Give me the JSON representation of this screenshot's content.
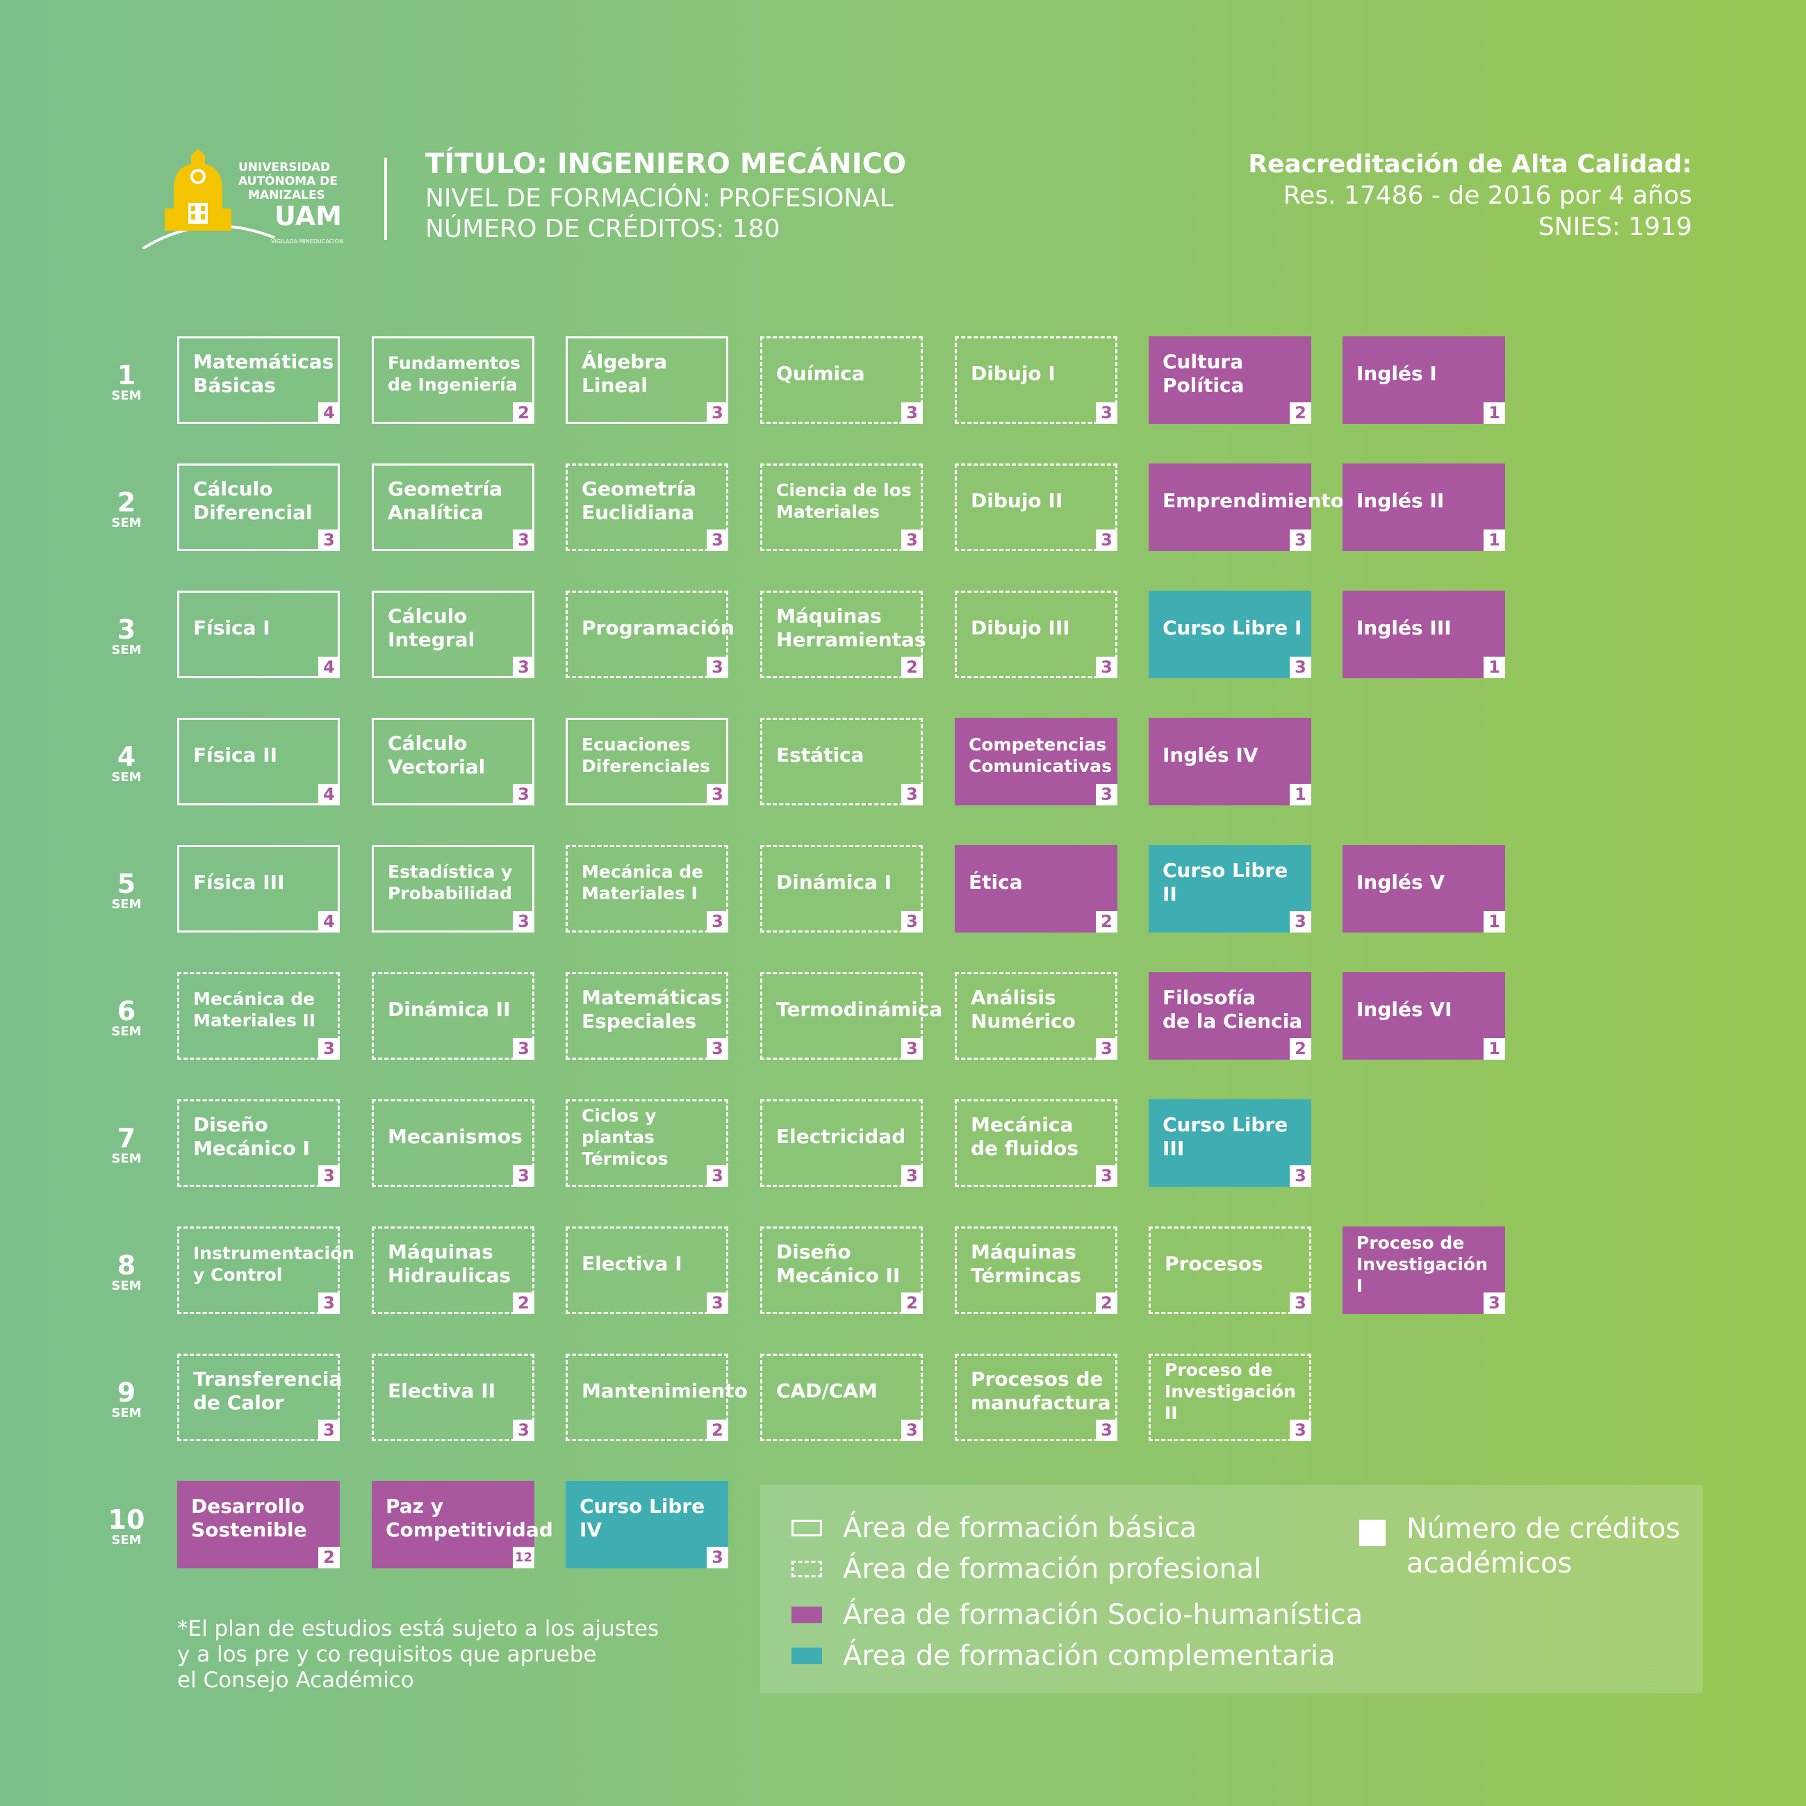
{
  "logo": {
    "line1": "UNIVERSIDAD",
    "line2": "AUTÓNOMA DE",
    "line3": "MANIZALES",
    "brand": "UAM",
    "tagline": "VIGILADA MINEDUCACIÓN"
  },
  "header": {
    "title": "TÍTULO: INGENIERO MECÁNICO",
    "level": "NIVEL DE FORMACIÓN: PROFESIONAL",
    "credits": "NÚMERO DE CRÉDITOS: 180"
  },
  "accreditation": {
    "line1": "Reacreditación de Alta Calidad:",
    "line2": "Res. 17486 - de 2016 por 4 años",
    "line3": "SNIES: 1919"
  },
  "sem_suffix": "SEM",
  "semesters": [
    {
      "number": "1",
      "courses": [
        {
          "name": "Matemáticas\nBásicas",
          "credits": "4",
          "area": "basica"
        },
        {
          "name": "Fundamentos\nde Ingeniería",
          "credits": "2",
          "area": "basica"
        },
        {
          "name": "Álgebra Lineal",
          "credits": "3",
          "area": "basica"
        },
        {
          "name": "Química",
          "credits": "3",
          "area": "profesional"
        },
        {
          "name": "Dibujo I",
          "credits": "3",
          "area": "profesional"
        },
        {
          "name": "Cultura\nPolítica",
          "credits": "2",
          "area": "socio"
        },
        {
          "name": "Inglés I",
          "credits": "1",
          "area": "socio"
        }
      ]
    },
    {
      "number": "2",
      "courses": [
        {
          "name": "Cálculo\nDiferencial",
          "credits": "3",
          "area": "basica"
        },
        {
          "name": "Geometría\nAnalítica",
          "credits": "3",
          "area": "basica"
        },
        {
          "name": "Geometría\nEuclidiana",
          "credits": "3",
          "area": "profesional"
        },
        {
          "name": "Ciencia de los\nMateriales",
          "credits": "3",
          "area": "profesional"
        },
        {
          "name": "Dibujo II",
          "credits": "3",
          "area": "profesional"
        },
        {
          "name": "Emprendimiento",
          "credits": "3",
          "area": "socio"
        },
        {
          "name": "Inglés II",
          "credits": "1",
          "area": "socio"
        }
      ]
    },
    {
      "number": "3",
      "courses": [
        {
          "name": "Física I",
          "credits": "4",
          "area": "basica"
        },
        {
          "name": "Cálculo\nIntegral",
          "credits": "3",
          "area": "basica"
        },
        {
          "name": "Programación",
          "credits": "3",
          "area": "profesional"
        },
        {
          "name": "Máquinas\nHerramientas",
          "credits": "2",
          "area": "profesional"
        },
        {
          "name": "Dibujo  III",
          "credits": "3",
          "area": "profesional"
        },
        {
          "name": "Curso Libre I",
          "credits": "3",
          "area": "comp"
        },
        {
          "name": "Inglés III",
          "credits": "1",
          "area": "socio"
        }
      ]
    },
    {
      "number": "4",
      "courses": [
        {
          "name": "Física II",
          "credits": "4",
          "area": "basica"
        },
        {
          "name": "Cálculo\nVectorial",
          "credits": "3",
          "area": "basica"
        },
        {
          "name": "Ecuaciones\nDiferenciales",
          "credits": "3",
          "area": "basica"
        },
        {
          "name": "Estática",
          "credits": "3",
          "area": "profesional"
        },
        {
          "name": "Competencias\nComunicativas",
          "credits": "3",
          "area": "socio"
        },
        {
          "name": "Inglés IV",
          "credits": "1",
          "area": "socio"
        }
      ]
    },
    {
      "number": "5",
      "courses": [
        {
          "name": "Física III",
          "credits": "4",
          "area": "basica"
        },
        {
          "name": "Estadística y\nProbabilidad",
          "credits": "3",
          "area": "basica"
        },
        {
          "name": "Mecánica de\nMateriales I",
          "credits": "3",
          "area": "profesional"
        },
        {
          "name": "Dinámica I",
          "credits": "3",
          "area": "profesional"
        },
        {
          "name": "Ética",
          "credits": "2",
          "area": "socio"
        },
        {
          "name": "Curso Libre II",
          "credits": "3",
          "area": "comp"
        },
        {
          "name": "Inglés V",
          "credits": "1",
          "area": "socio"
        }
      ]
    },
    {
      "number": "6",
      "courses": [
        {
          "name": "Mecánica de\nMateriales II",
          "credits": "3",
          "area": "profesional"
        },
        {
          "name": "Dinámica II",
          "credits": "3",
          "area": "profesional"
        },
        {
          "name": "Matemáticas\nEspeciales",
          "credits": "3",
          "area": "profesional"
        },
        {
          "name": "Termodinámica",
          "credits": "3",
          "area": "profesional"
        },
        {
          "name": "Análisis\nNumérico",
          "credits": "3",
          "area": "profesional"
        },
        {
          "name": "Filosofía\nde la Ciencia",
          "credits": "2",
          "area": "socio"
        },
        {
          "name": "Inglés VI",
          "credits": "1",
          "area": "socio"
        }
      ]
    },
    {
      "number": "7",
      "courses": [
        {
          "name": "Diseño\nMecánico I",
          "credits": "3",
          "area": "profesional"
        },
        {
          "name": "Mecanismos",
          "credits": "3",
          "area": "profesional"
        },
        {
          "name": "Ciclos y plantas\nTérmicos",
          "credits": "3",
          "area": "profesional"
        },
        {
          "name": "Electricidad",
          "credits": "3",
          "area": "profesional"
        },
        {
          "name": "Mecánica\nde fluidos",
          "credits": "3",
          "area": "profesional"
        },
        {
          "name": "Curso Libre III",
          "credits": "3",
          "area": "comp"
        }
      ]
    },
    {
      "number": "8",
      "courses": [
        {
          "name": "Instrumentación\ny Control",
          "credits": "3",
          "area": "profesional"
        },
        {
          "name": "Máquinas\nHidraulicas",
          "credits": "2",
          "area": "profesional"
        },
        {
          "name": "Electiva I",
          "credits": "3",
          "area": "profesional"
        },
        {
          "name": "Diseño\nMecánico II",
          "credits": "2",
          "area": "profesional"
        },
        {
          "name": "Máquinas\nTérmincas",
          "credits": "2",
          "area": "profesional"
        },
        {
          "name": "Procesos",
          "credits": "3",
          "area": "profesional"
        },
        {
          "name": "Proceso de\nInvestigación I",
          "credits": "3",
          "area": "socio"
        }
      ]
    },
    {
      "number": "9",
      "courses": [
        {
          "name": "Transferencia\nde Calor",
          "credits": "3",
          "area": "profesional"
        },
        {
          "name": "Electiva II",
          "credits": "3",
          "area": "profesional"
        },
        {
          "name": "Mantenimiento",
          "credits": "2",
          "area": "profesional"
        },
        {
          "name": "CAD/CAM",
          "credits": "3",
          "area": "profesional"
        },
        {
          "name": "Procesos de\nmanufactura",
          "credits": "3",
          "area": "profesional"
        },
        {
          "name": "Proceso de\nInvestigación II",
          "credits": "3",
          "area": "profesional"
        }
      ]
    },
    {
      "number": "10",
      "courses": [
        {
          "name": "Desarrollo\nSostenible",
          "credits": "2",
          "area": "socio"
        },
        {
          "name": "Paz y\nCompetitividad",
          "credits": "12",
          "area": "socio"
        },
        {
          "name": "Curso Libre IV",
          "credits": "3",
          "area": "comp"
        }
      ]
    }
  ],
  "legend": {
    "basica": "Área de formación básica",
    "profesional": "Área de formación profesional",
    "socio": "Área de formación Socio-humanística",
    "comp": "Área de formación complementaria",
    "credits": "Número de créditos\nacadémicos"
  },
  "note": "*El plan de estudios está sujeto a los ajustes\ny a los pre y co requisitos que apruebe\nel Consejo Académico",
  "colors": {
    "socio": "#a9579f",
    "complementaria": "#3faeb3",
    "logo_yellow": "#f5c400"
  }
}
